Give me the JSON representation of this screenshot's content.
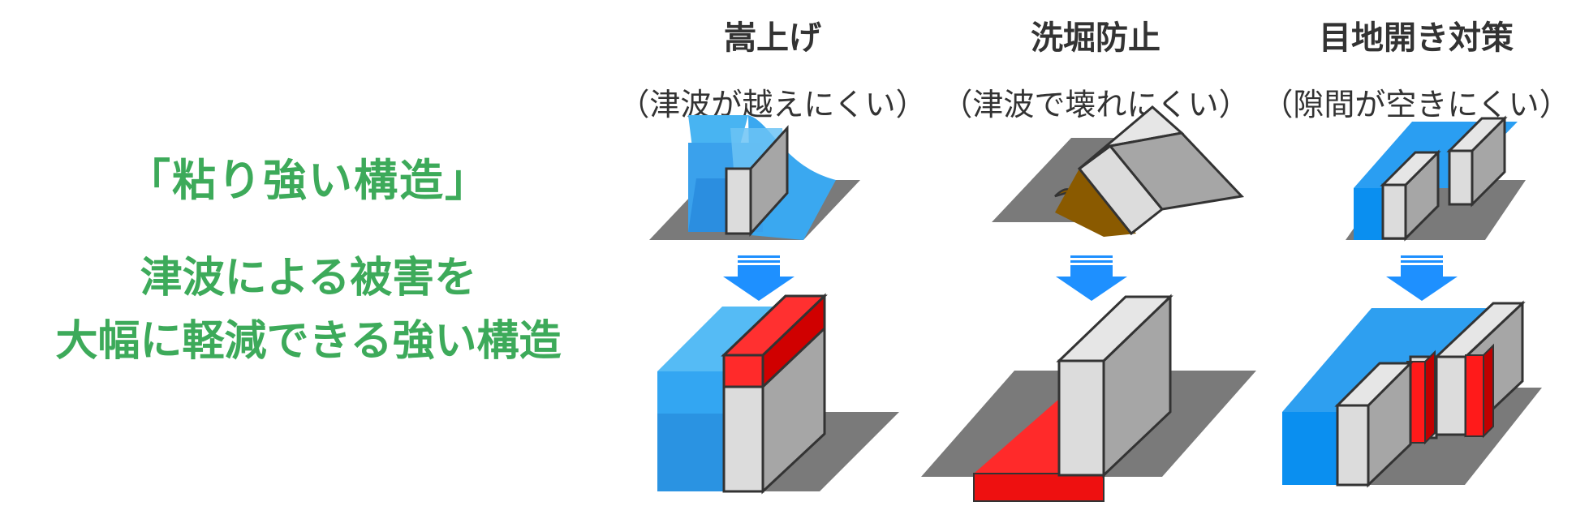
{
  "left": {
    "headline": "「粘り強い構造」",
    "subtitle_line1": "津波による被害を",
    "subtitle_line2": "大幅に軽減できる強い構造"
  },
  "columns": [
    {
      "name": "嵩上げ",
      "description": "（津波が越えにくい）"
    },
    {
      "name": "洗堀防止",
      "description": "（津波で壊れにくい）"
    },
    {
      "name": "目地開き対策",
      "description": "（隙間が空きにくい）"
    }
  ],
  "colors": {
    "accent_green": "#3daa5a",
    "water_blue": "#39a9f0",
    "arrow_blue": "#1e90ff",
    "wall_gray": "#dcdcdc",
    "ground_gray": "#7a7a7a",
    "reinforce_red": "#ff2a2a",
    "erosion_brown": "#8a5a00"
  }
}
